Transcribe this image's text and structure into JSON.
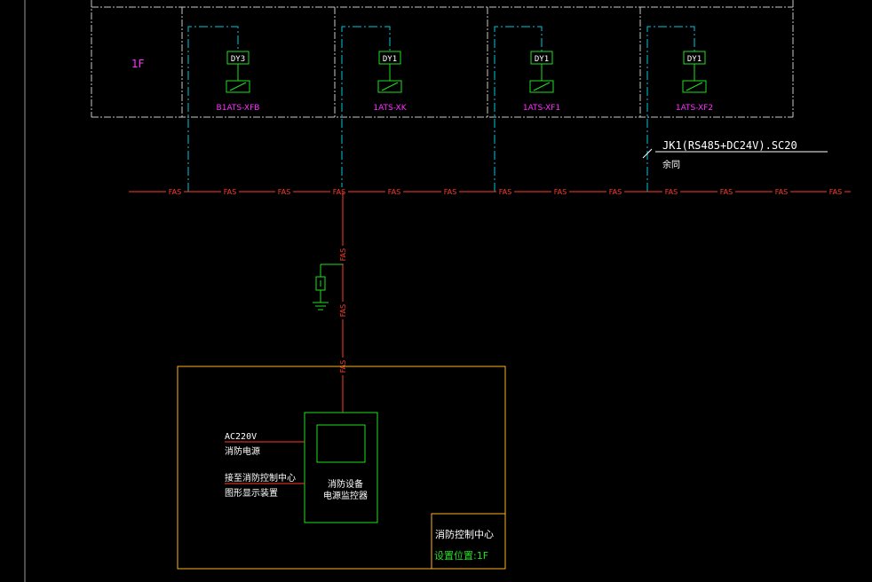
{
  "floor_label": "1F",
  "modules": [
    {
      "module": "DY3",
      "name": "B1ATS-XFB"
    },
    {
      "module": "DY1",
      "name": "1ATS-XK"
    },
    {
      "module": "DY1",
      "name": "1ATS-XF1"
    },
    {
      "module": "DY1",
      "name": "1ATS-XF2"
    }
  ],
  "bus_label": "FAS",
  "cable_spec": "JK1(RS485+DC24V).SC20",
  "cable_note": "余同",
  "monitor": {
    "ac_label_1": "AC220V",
    "ac_label_2": "消防电源",
    "link_label_1": "接至消防控制中心",
    "link_label_2": "图形显示装置",
    "device_label_1": "消防设备",
    "device_label_2": "电源监控器"
  },
  "room": {
    "title": "消防控制中心",
    "location": "设置位置:1F"
  },
  "colors": {
    "background": "#000000",
    "frame": "#d8d8d8",
    "cyan": "#00c8d8",
    "green": "#20e020",
    "magenta": "#ff30ff",
    "red": "#ff3a2a",
    "orange": "#ffb020",
    "white": "#ffffff"
  }
}
